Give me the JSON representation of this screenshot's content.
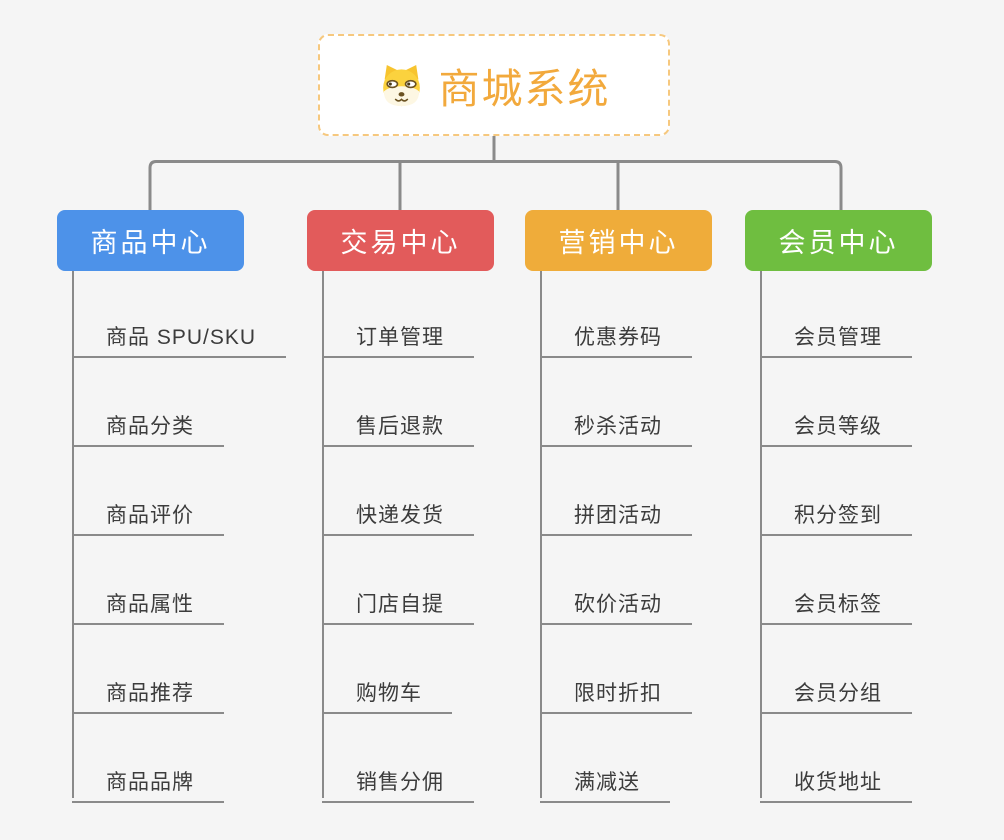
{
  "root": {
    "title": "商城系统",
    "icon": "dog-icon"
  },
  "colors": {
    "background": "#f5f5f5",
    "root_border": "#f6c87e",
    "root_text": "#f2a93c",
    "connector": "#8a8a8a",
    "item_text": "#3c3c3c",
    "branch_product": "#4d92e9",
    "branch_trade": "#e25b5b",
    "branch_marketing": "#efac3a",
    "branch_member": "#6fbe40"
  },
  "branches": [
    {
      "label": "商品中心",
      "color": "#4d92e9",
      "items": [
        "商品 SPU/SKU",
        "商品分类",
        "商品评价",
        "商品属性",
        "商品推荐",
        "商品品牌"
      ]
    },
    {
      "label": "交易中心",
      "color": "#e25b5b",
      "items": [
        "订单管理",
        "售后退款",
        "快递发货",
        "门店自提",
        "购物车",
        "销售分佣"
      ]
    },
    {
      "label": "营销中心",
      "color": "#efac3a",
      "items": [
        "优惠券码",
        "秒杀活动",
        "拼团活动",
        "砍价活动",
        "限时折扣",
        "满减送"
      ]
    },
    {
      "label": "会员中心",
      "color": "#6fbe40",
      "items": [
        "会员管理",
        "会员等级",
        "积分签到",
        "会员标签",
        "会员分组",
        "收货地址"
      ]
    }
  ]
}
